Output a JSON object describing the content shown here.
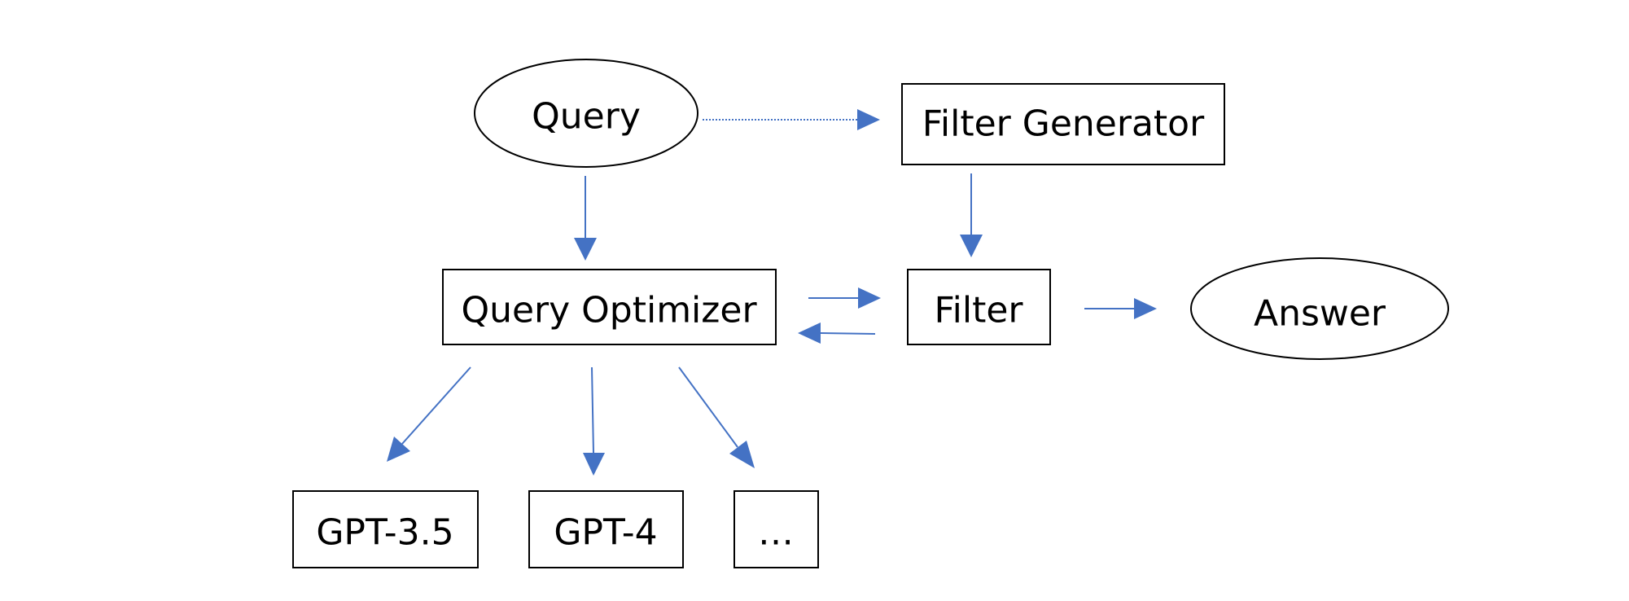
{
  "colors": {
    "arrow": "#4472c4",
    "node_border": "#000000",
    "background": "#ffffff"
  },
  "nodes": {
    "query": {
      "label": "Query",
      "shape": "ellipse"
    },
    "filter_generator": {
      "label": "Filter Generator",
      "shape": "rect"
    },
    "query_optimizer": {
      "label": "Query Optimizer",
      "shape": "rect"
    },
    "filter": {
      "label": "Filter",
      "shape": "rect"
    },
    "answer": {
      "label": "Answer",
      "shape": "ellipse"
    },
    "gpt35": {
      "label": "GPT-3.5",
      "shape": "rect"
    },
    "gpt4": {
      "label": "GPT-4",
      "shape": "rect"
    },
    "more": {
      "label": "…",
      "shape": "rect"
    }
  },
  "edges": [
    {
      "from": "query",
      "to": "filter_generator",
      "style": "dotted"
    },
    {
      "from": "query",
      "to": "query_optimizer",
      "style": "solid"
    },
    {
      "from": "filter_generator",
      "to": "filter",
      "style": "solid"
    },
    {
      "from": "query_optimizer",
      "to": "filter",
      "style": "solid"
    },
    {
      "from": "filter",
      "to": "query_optimizer",
      "style": "solid"
    },
    {
      "from": "filter",
      "to": "answer",
      "style": "solid"
    },
    {
      "from": "query_optimizer",
      "to": "gpt35",
      "style": "solid"
    },
    {
      "from": "query_optimizer",
      "to": "gpt4",
      "style": "solid"
    },
    {
      "from": "query_optimizer",
      "to": "more",
      "style": "solid"
    }
  ]
}
